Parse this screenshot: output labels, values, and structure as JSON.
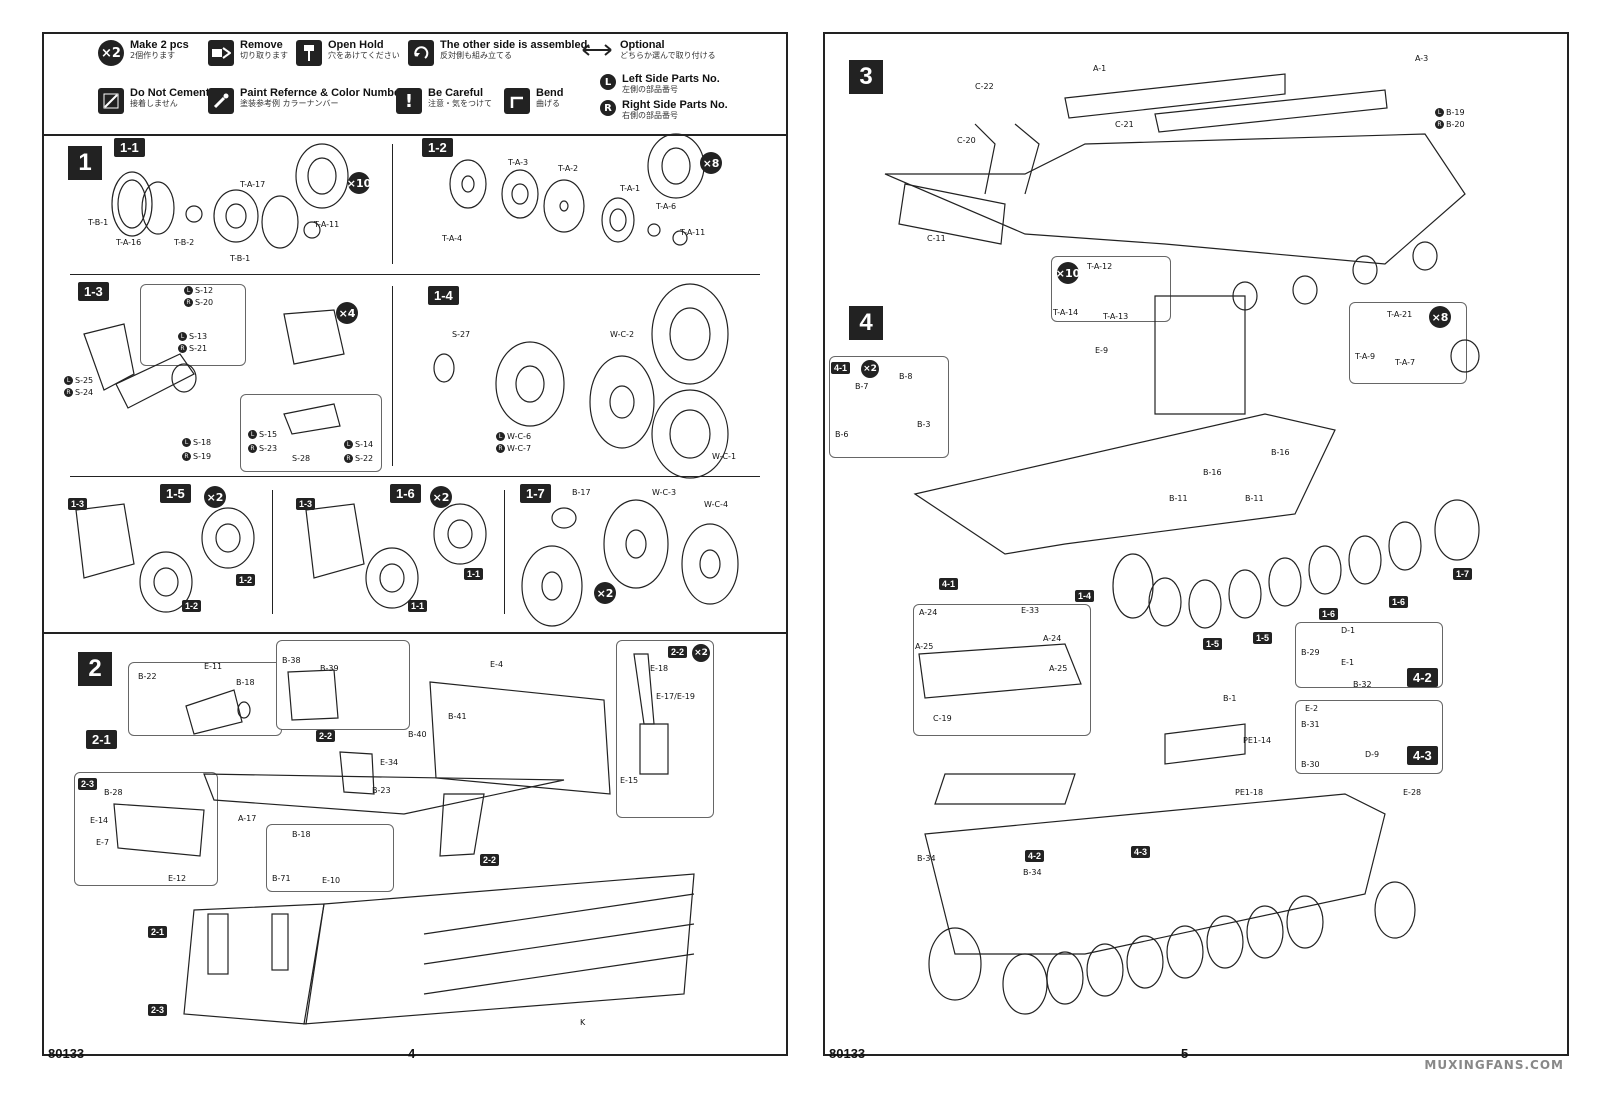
{
  "legend": {
    "make_two": {
      "icon": "×2",
      "en": "Make 2 pcs",
      "jp": "2個作ります"
    },
    "remove": {
      "en": "Remove",
      "jp": "切り取ります"
    },
    "open_hold": {
      "en": "Open Hold",
      "jp": "穴をあけてください"
    },
    "other_side": {
      "en": "The other side is assembled.",
      "jp": "反対側も組み立てる"
    },
    "optional": {
      "en": "Optional",
      "jp": "どちらか選んで取り付ける"
    },
    "do_not_cement": {
      "en": "Do Not Cement",
      "jp": "接着しません"
    },
    "paint_ref": {
      "en": "Paint Refernce & Color Number",
      "jp": "塗装参考例 カラーナンバー"
    },
    "be_careful": {
      "en": "Be Careful",
      "jp": "注意・気をつけて"
    },
    "bend": {
      "en": "Bend",
      "jp": "曲げる"
    },
    "left_side": {
      "icon": "L",
      "en": "Left Side Parts No.",
      "jp": "左側の部品番号"
    },
    "right_side": {
      "icon": "R",
      "en": "Right Side Parts No.",
      "jp": "右側の部品番号"
    }
  },
  "left_page": {
    "code": "80133",
    "page_no": "4",
    "step1": {
      "number": "1",
      "s1_1": {
        "tag": "1-1",
        "mult": "×10",
        "labels": [
          "T-A-17",
          "T-B-1",
          "T-A-16",
          "T-B-2",
          "T-B-1",
          "T-A-11"
        ]
      },
      "s1_2": {
        "tag": "1-2",
        "mult": "×8",
        "labels": [
          "T-A-3",
          "T-A-2",
          "T-A-1",
          "T-A-6",
          "T-A-4",
          "T-A-11"
        ]
      },
      "s1_3": {
        "tag": "1-3",
        "mult": "×4",
        "labels": [
          "S-12",
          "S-20",
          "S-13",
          "S-21",
          "S-25",
          "S-24",
          "S-18",
          "S-19",
          "S-15",
          "S-23",
          "S-28",
          "S-14",
          "S-22"
        ]
      },
      "s1_4": {
        "tag": "1-4",
        "labels": [
          "S-27",
          "W-C-2",
          "W-C-6",
          "W-C-7",
          "W-C-1"
        ]
      },
      "s1_5": {
        "tag": "1-5",
        "mult": "×2",
        "ref_a": "1-3",
        "ref_b": "1-2",
        "ref_c": "1-2"
      },
      "s1_6": {
        "tag": "1-6",
        "mult": "×2",
        "ref_a": "1-3",
        "ref_b": "1-1",
        "ref_c": "1-1"
      },
      "s1_7": {
        "tag": "1-7",
        "mult": "×2",
        "labels": [
          "B-17",
          "W-C-3",
          "W-C-4"
        ]
      }
    },
    "step2": {
      "number": "2",
      "labels": [
        "B-22",
        "E-11",
        "B-18",
        "B-38",
        "B-39",
        "E-4",
        "B-41",
        "B-40",
        "E-34",
        "B-23",
        "A-17",
        "B-28",
        "E-14",
        "E-7",
        "E-12",
        "B-18",
        "B-71",
        "E-10",
        "K"
      ],
      "tag_2_1": "2-1",
      "tag_2_2a": "2-2",
      "tag_2_2b": "2-2",
      "tag_2_3": "2-3",
      "sub_2_2": {
        "tag": "2-2",
        "mult": "×2",
        "labels": [
          "E-18",
          "E-17/E-19",
          "E-15"
        ]
      },
      "bottom_tags": [
        "2-1",
        "2-3"
      ]
    }
  },
  "right_page": {
    "code": "80133",
    "page_no": "5",
    "step3": {
      "number": "3",
      "labels": [
        "A-1",
        "A-3",
        "C-22",
        "C-21",
        "C-20",
        "C-11",
        "B-19",
        "B-20"
      ],
      "wheel_callout": {
        "mult": "×10",
        "labels": [
          "T-A-12",
          "T-A-14",
          "T-A-13"
        ]
      },
      "roller_callout": {
        "mult": "×8",
        "labels": [
          "T-A-21",
          "T-A-9",
          "T-A-7"
        ]
      }
    },
    "step4": {
      "number": "4",
      "sub_4_1": {
        "tag": "4-1",
        "mult": "×2",
        "labels": [
          "B-7",
          "B-8",
          "B-6",
          "B-3"
        ]
      },
      "labels": [
        "E-9",
        "B-16",
        "B-16",
        "B-11",
        "B-11"
      ],
      "wheel_tags": [
        "4-1",
        "1-4",
        "1-5",
        "1-5",
        "1-6",
        "1-6",
        "1-7"
      ],
      "inset_a": {
        "labels": [
          "A-24",
          "E-33",
          "A-25",
          "A-24",
          "A-25",
          "C-19"
        ]
      },
      "inset_4_2": {
        "tag": "4-2",
        "labels": [
          "D-1",
          "B-29",
          "E-1",
          "B-32"
        ]
      },
      "inset_4_3": {
        "tag": "4-3",
        "labels": [
          "E-2",
          "B-31",
          "D-9",
          "B-30"
        ]
      },
      "lower_labels": [
        "B-1",
        "PE1-14",
        "PE1-18",
        "E-28",
        "B-34",
        "B-34"
      ],
      "lower_tags": [
        "4-2",
        "4-3"
      ]
    },
    "watermark": "MUXINGFANS.COM"
  }
}
